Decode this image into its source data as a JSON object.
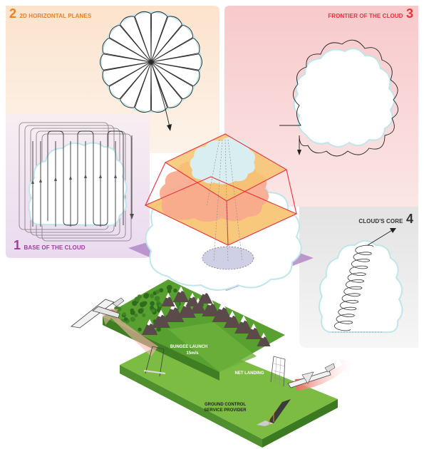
{
  "panels": {
    "horizontal_planes": {
      "number": "2",
      "title": "2D HORIZONTAL PLANES",
      "color": "#f07f1e"
    },
    "frontier": {
      "number": "3",
      "title": "FRONTIER OF THE CLOUD",
      "color": "#e8323c"
    },
    "base": {
      "number": "1",
      "title": "BASE OF THE CLOUD",
      "color": "#9b3f9b"
    },
    "core": {
      "number": "4",
      "title": "CLOUD'S CORE",
      "color": "#333333"
    }
  },
  "ground": {
    "bungee": {
      "line1": "BUNGEE LAUNCH",
      "line2": "15m/s"
    },
    "net_landing": "NET LANDING",
    "ground_control": {
      "line1": "GROUND CONTROL",
      "line2": "SERVICE PROVIDER"
    }
  }
}
